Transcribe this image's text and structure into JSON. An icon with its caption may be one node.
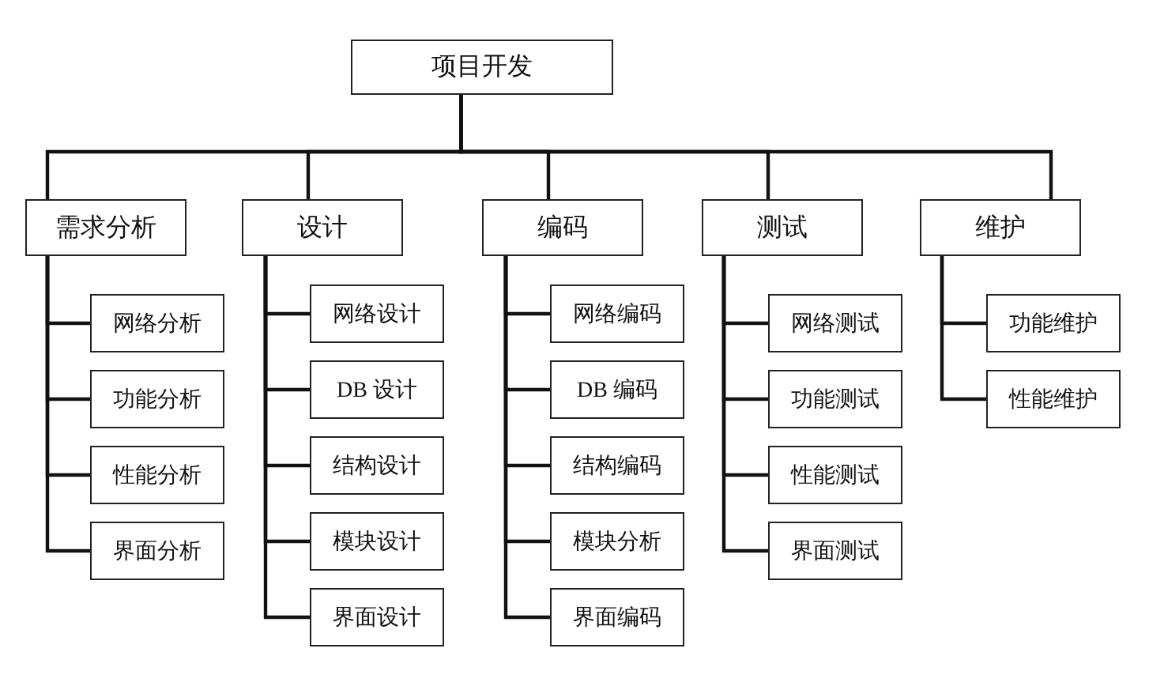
{
  "diagram": {
    "nodes": [
      {
        "text": [
          "项目开发"
        ]
      },
      {
        "text": [
          "需求分析"
        ]
      },
      {
        "text": [
          "设计"
        ]
      },
      {
        "text": [
          "编码"
        ]
      },
      {
        "text": [
          "测试"
        ]
      },
      {
        "text": [
          "维护"
        ]
      },
      {
        "text": [
          "网络分析"
        ]
      },
      {
        "text": [
          "功能分析"
        ]
      },
      {
        "text": [
          "性能分析"
        ]
      },
      {
        "text": [
          "界面分析"
        ]
      },
      {
        "text": [
          "网络设计"
        ]
      },
      {
        "text": [
          "DB 设计"
        ]
      },
      {
        "text": [
          "结构设计"
        ]
      },
      {
        "text": [
          "模块设计"
        ]
      },
      {
        "text": [
          "界面设计"
        ]
      },
      {
        "text": [
          "网络编码"
        ]
      },
      {
        "text": [
          "DB 编码"
        ]
      },
      {
        "text": [
          "结构编码"
        ]
      },
      {
        "text": [
          "模块分析"
        ]
      },
      {
        "text": [
          "界面编码"
        ]
      },
      {
        "text": [
          "网络测试"
        ]
      },
      {
        "text": [
          "功能测试"
        ]
      },
      {
        "text": [
          "性能测试"
        ]
      },
      {
        "text": [
          "界面测试"
        ]
      },
      {
        "text": [
          "功能维护"
        ]
      },
      {
        "text": [
          "性能维护"
        ]
      }
    ],
    "edges": [
      {
        "from": 0,
        "to": 1,
        "arrow": "none"
      },
      {
        "from": 0,
        "to": 2,
        "arrow": "none"
      },
      {
        "from": 0,
        "to": 3,
        "arrow": "none"
      },
      {
        "from": 0,
        "to": 4,
        "arrow": "none"
      },
      {
        "from": 0,
        "to": 5,
        "arrow": "none"
      },
      {
        "from": 1,
        "to": 6,
        "arrow": "none"
      },
      {
        "from": 1,
        "to": 7,
        "arrow": "none"
      },
      {
        "from": 1,
        "to": 8,
        "arrow": "none"
      },
      {
        "from": 1,
        "to": 9,
        "arrow": "none"
      },
      {
        "from": 2,
        "to": 10,
        "arrow": "none"
      },
      {
        "from": 2,
        "to": 11,
        "arrow": "none"
      },
      {
        "from": 2,
        "to": 12,
        "arrow": "none"
      },
      {
        "from": 2,
        "to": 13,
        "arrow": "none"
      },
      {
        "from": 2,
        "to": 14,
        "arrow": "none"
      },
      {
        "from": 3,
        "to": 15,
        "arrow": "none"
      },
      {
        "from": 3,
        "to": 16,
        "arrow": "none"
      },
      {
        "from": 3,
        "to": 17,
        "arrow": "none"
      },
      {
        "from": 3,
        "to": 18,
        "arrow": "none"
      },
      {
        "from": 3,
        "to": 19,
        "arrow": "none"
      },
      {
        "from": 4,
        "to": 20,
        "arrow": "none"
      },
      {
        "from": 4,
        "to": 21,
        "arrow": "none"
      },
      {
        "from": 4,
        "to": 22,
        "arrow": "none"
      },
      {
        "from": 4,
        "to": 23,
        "arrow": "none"
      },
      {
        "from": 5,
        "to": 24,
        "arrow": "none"
      },
      {
        "from": 5,
        "to": 25,
        "arrow": "none"
      }
    ]
  }
}
